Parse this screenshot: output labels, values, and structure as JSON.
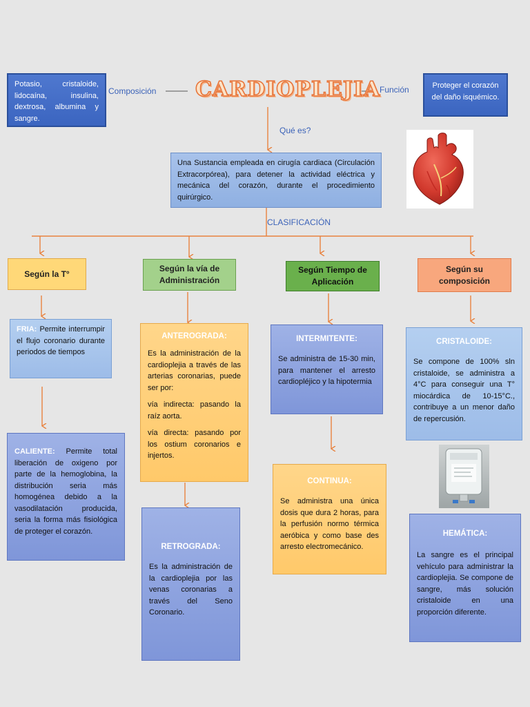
{
  "title": "CARDIOPLEJIA",
  "composicion": {
    "label": "Composición",
    "text": "Potasio, cristaloide, lidocaína, insulina, dextrosa, albumina y sangre."
  },
  "funcion": {
    "label": "Función",
    "text": "Proteger el corazón del daño isquémico."
  },
  "que_es": {
    "label": "Qué es?",
    "text": "Una Sustancia empleada en cirugía cardiaca (Circulación Extracorpórea), para detener la actividad eléctrica y mecánica del corazón, durante el procedimiento quirúrgico."
  },
  "clasificacion_label": "CLASIFICACIÓN",
  "categories": {
    "temp": "Según la T°",
    "via": "Según la vía de Administración",
    "tiempo": "Según Tiempo de Aplicación",
    "comp": "Según su composición"
  },
  "fria": {
    "title": "FRIA:",
    "text": "Permite interrumpir el flujo coronario durante periodos de tiempos"
  },
  "caliente": {
    "title": "CALIENTE:",
    "text": "Permite total liberación de oxigeno por parte de la hemoglobina, la distribución seria más homogénea debido a la vasodilatación producida, seria la forma más fisiológica de proteger el corazón."
  },
  "anterograda": {
    "title": "ANTEROGRADA:",
    "p1": "Es la administración de la cardioplejia a través de las arterias coronarias, puede ser por:",
    "p2": "vía indirecta: pasando la raíz aorta.",
    "p3": "vía directa: pasando por los ostium coronarios e injertos."
  },
  "retrograda": {
    "title": "RETROGRADA:",
    "text": "Es la administración de la cardioplejia por las venas coronarias a través del Seno Coronario."
  },
  "intermitente": {
    "title": "INTERMITENTE:",
    "text": "Se administra de 15-30 min, para mantener el arresto cardiopléjico y la hipotermia"
  },
  "continua": {
    "title": "CONTINUA:",
    "text": "Se administra una única dosis que dura 2 horas, para la perfusión normo térmica aeróbica y como base des arresto electromecánico."
  },
  "cristaloide": {
    "title": "CRISTALOIDE:",
    "text": "Se compone de 100% sln cristaloide, se administra a 4°C para conseguir una T° miocárdica de 10-15°C., contribuye a un menor daño de repercusión."
  },
  "hematica": {
    "title": "HEMÁTICA:",
    "text": "La sangre es el principal vehículo para administrar la cardioplejia. Se compone de sangre, más solución cristaloide en una proporción diferente."
  },
  "colors": {
    "arrow": "#e8823f",
    "line": "#e8823f",
    "label": "#3b62b8"
  },
  "icons": {
    "heart": "heart-icon",
    "iv_bag": "iv-bag-icon"
  }
}
